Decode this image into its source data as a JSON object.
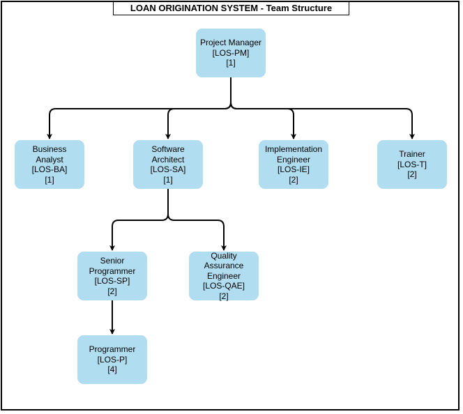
{
  "title": "LOAN ORIGINATION SYSTEM - Team Structure",
  "colors": {
    "node_fill": "#b1ddf0",
    "line": "#000000",
    "frame": "#000000"
  },
  "nodes": {
    "pm": {
      "lines": [
        "Project Manager",
        "[LOS-PM]",
        "[1]"
      ]
    },
    "ba": {
      "lines": [
        "Business",
        "Analyst",
        "[LOS-BA]",
        "[1]"
      ]
    },
    "sa": {
      "lines": [
        "Software",
        "Architect",
        "[LOS-SA]",
        "[1]"
      ]
    },
    "ie": {
      "lines": [
        "Implementation",
        "Engineer",
        "[LOS-IE]",
        "[2]"
      ]
    },
    "t": {
      "lines": [
        "Trainer",
        "[LOS-T]",
        "[2]"
      ]
    },
    "sp": {
      "lines": [
        "Senior",
        "Programmer",
        "[LOS-SP]",
        "[2]"
      ]
    },
    "qae": {
      "lines": [
        "Quality",
        "Assurance",
        "Engineer",
        "[LOS-QAE]",
        "[2]"
      ]
    },
    "p": {
      "lines": [
        "Programmer",
        "[LOS-P]",
        "[4]"
      ]
    }
  },
  "edges": [
    {
      "from": "pm",
      "to": "ba"
    },
    {
      "from": "pm",
      "to": "sa"
    },
    {
      "from": "pm",
      "to": "ie"
    },
    {
      "from": "pm",
      "to": "t"
    },
    {
      "from": "sa",
      "to": "sp"
    },
    {
      "from": "sa",
      "to": "qae"
    },
    {
      "from": "sp",
      "to": "p"
    }
  ]
}
